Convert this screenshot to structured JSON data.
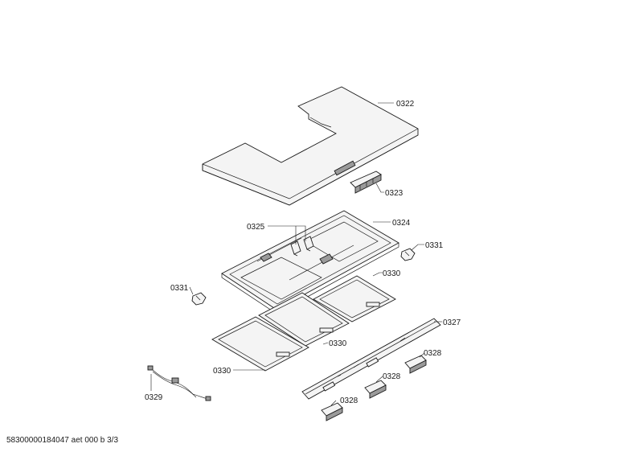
{
  "callouts": {
    "p0322": "0322",
    "p0323": "0323",
    "p0324": "0324",
    "p0325": "0325",
    "p0331_right": "0331",
    "p0331_left": "0331",
    "p0330_right": "0330",
    "p0330_middle": "0330",
    "p0330_left": "0330",
    "p0327": "0327",
    "p0328_top": "0328",
    "p0328_middle": "0328",
    "p0328_bottom": "0328",
    "p0329": "0329"
  },
  "footer": {
    "document_id": "58300000184047 aet 000 b 3/3"
  }
}
